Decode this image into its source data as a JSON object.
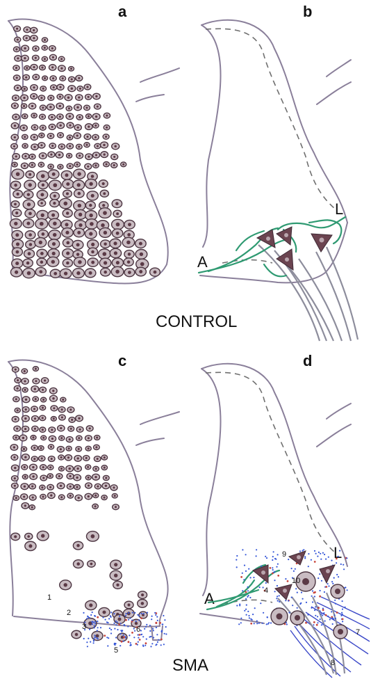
{
  "panels": {
    "a": {
      "letter": "a"
    },
    "b": {
      "letter": "b",
      "label_a": "A",
      "label_l": "L"
    },
    "c": {
      "letter": "c",
      "numbers": [
        "1",
        "2",
        "3",
        "5",
        "6"
      ]
    },
    "d": {
      "letter": "d",
      "label_a": "A",
      "label_l": "L",
      "numbers": [
        "4",
        "7",
        "8",
        "9",
        "10"
      ]
    }
  },
  "groups": {
    "top": "CONTROL",
    "bottom": "SMA"
  },
  "colors": {
    "outline": "#8a7f9a",
    "dendrite": "#2f9a72",
    "soma": "#6b4450",
    "cell_ring": "#c9bcc2",
    "fiber_blue": "#3b48c8",
    "dot_blue": "#3556d8",
    "dot_red": "#c8453c"
  }
}
